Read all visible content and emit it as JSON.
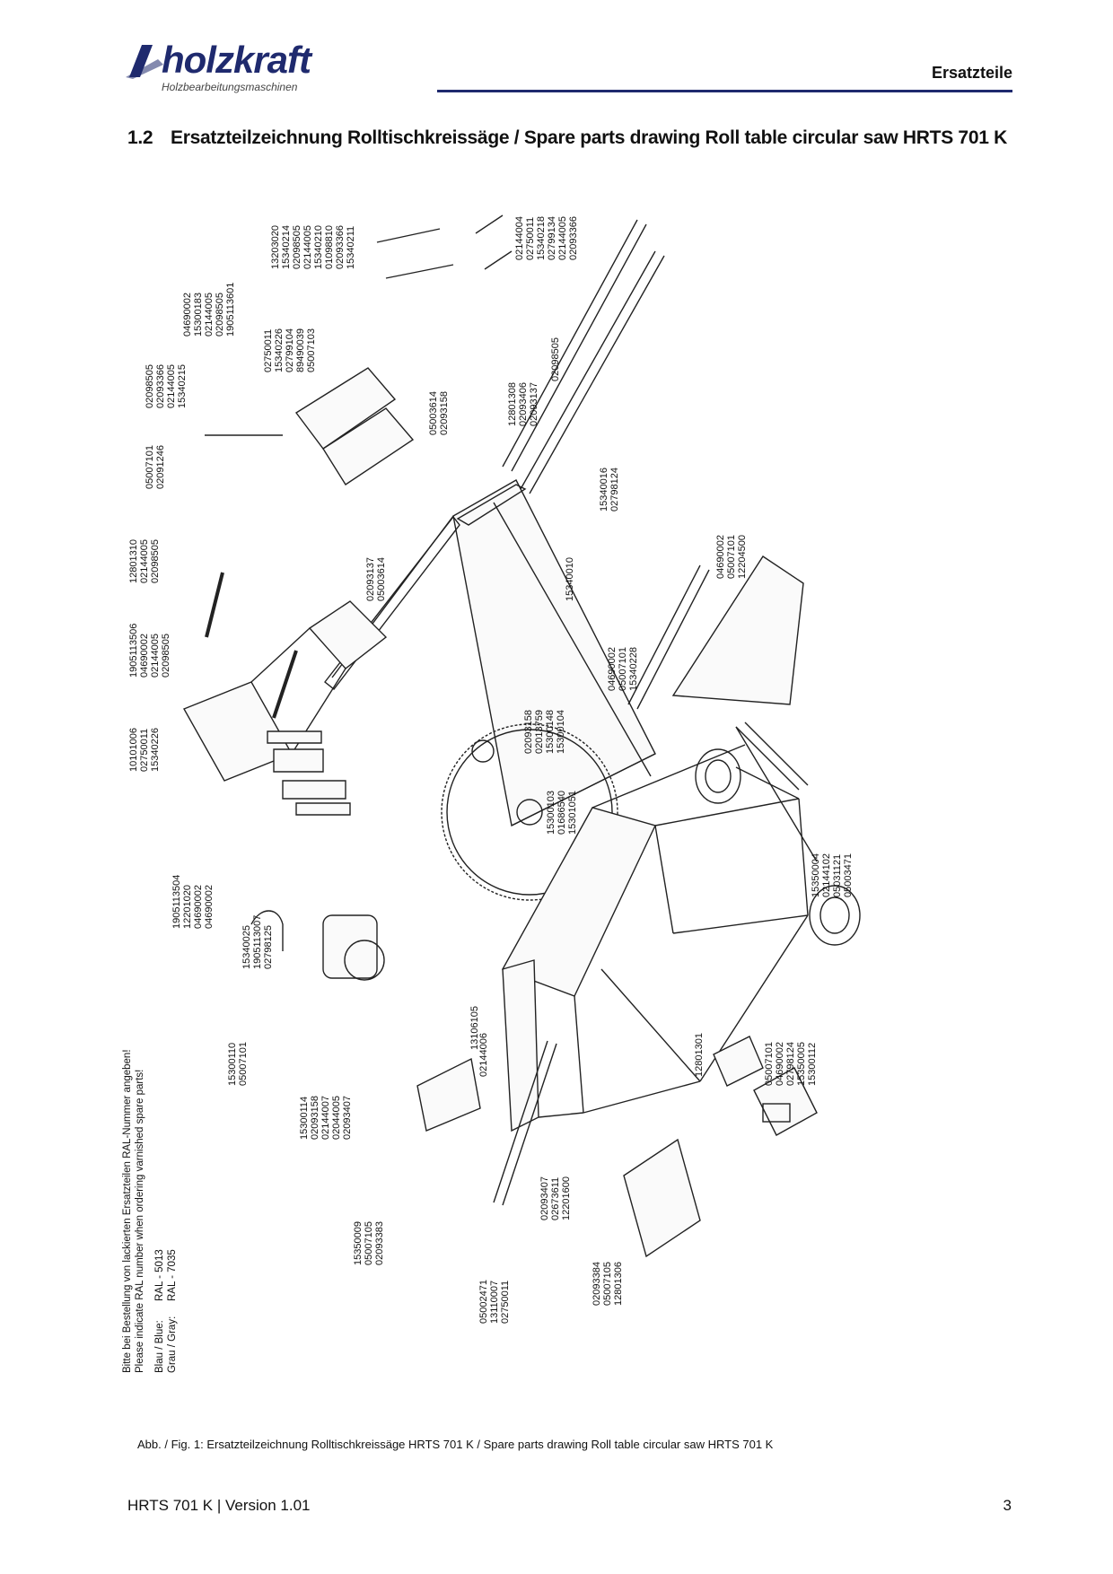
{
  "header": {
    "logo_text": "holzkraft",
    "logo_subtitle": "Holzbearbeitungsmaschinen",
    "section": "Ersatzteile",
    "brand_color": "#1f2a6e"
  },
  "title": {
    "number": "1.2",
    "text": "Ersatzteilzeichnung Rolltischkreissäge / Spare parts drawing Roll table circular saw HRTS 701 K"
  },
  "parts_labels": [
    "13203020",
    "15340214",
    "02098505",
    "02144005",
    "15340210",
    "01098810",
    "02093366",
    "15340211",
    "02144004",
    "02750011",
    "15340218",
    "02799134",
    "02144005",
    "02093366",
    "04690002",
    "15300183",
    "02144005",
    "02098505",
    "1905113601",
    "02750011",
    "15340226",
    "02799104",
    "89490039",
    "05007103",
    "02098505",
    "02093366",
    "02144005",
    "15340215",
    "05003614",
    "02093158",
    "12801308",
    "02093406",
    "02093137",
    "02098505",
    "05007101",
    "02091246",
    "15340016",
    "02798124",
    "12801310",
    "02144005",
    "02098505",
    "02093137",
    "05003614",
    "1905113506",
    "04690002",
    "02144005",
    "02098505",
    "15340010",
    "04690002",
    "05007101",
    "12204500",
    "04690002",
    "05007101",
    "15340228",
    "10101006",
    "02750011",
    "15340226",
    "02093158",
    "02013759",
    "15300148",
    "15300104",
    "15300103",
    "01686540",
    "15301051",
    "1905113504",
    "12201020",
    "04690002",
    "04690002",
    "15350004",
    "02144102",
    "05031121",
    "05003471",
    "15340025",
    "1905113007",
    "02798125",
    "13106105",
    "12801301",
    "15300110",
    "05007101",
    "15300114",
    "02093158",
    "02144007",
    "02044005",
    "02093407",
    "02144006",
    "05007101",
    "04690002",
    "02798124",
    "15350005",
    "15300112",
    "15350009",
    "05007105",
    "02093383",
    "02093407",
    "02673611",
    "12201600",
    "05002471",
    "13110007",
    "02750011",
    "02093384",
    "05007105",
    "12801306"
  ],
  "color_note": {
    "line1": "Bitte bei Bestellung von lackierten Ersatzteilen RAL-Nummer angeben!",
    "line2": "Please indicate RAL number when ordering varnished spare parts!",
    "blue_label": "Blau / Blue:",
    "blue_value": "RAL - 5013",
    "gray_label": "Grau / Gray:",
    "gray_value": "RAL - 7035"
  },
  "caption": "Abb. / Fig. 1: Ersatzteilzeichnung Rolltischkreissäge HRTS 701 K / Spare parts drawing Roll table circular saw HRTS 701 K",
  "footer": {
    "left": "HRTS 701 K | Version 1.01",
    "page": "3"
  }
}
